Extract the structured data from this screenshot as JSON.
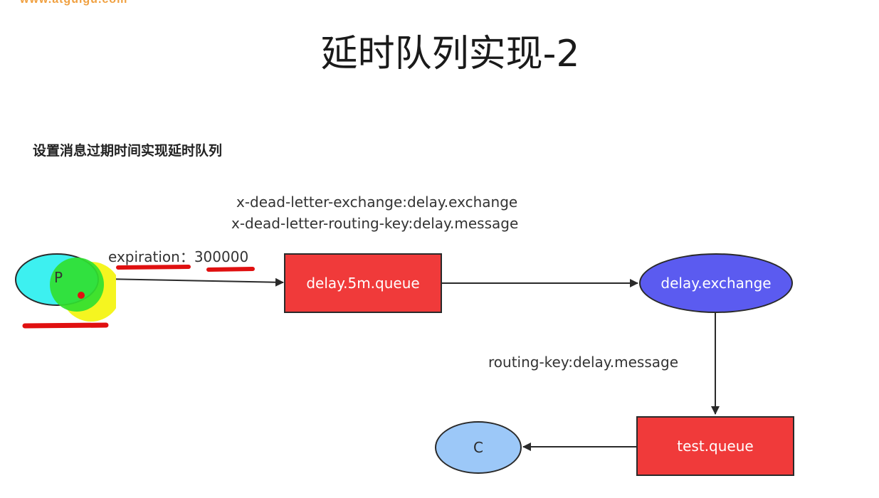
{
  "watermark": "www.atguigu.com",
  "title": "延时队列实现-2",
  "subtitle": "设置消息过期时间实现延时队列",
  "labels": {
    "dlx_exchange": "x-dead-letter-exchange:delay.exchange",
    "dlx_routing_key": "x-dead-letter-routing-key:delay.message",
    "expiration": "expiration：300000",
    "routing_key": "routing-key:delay.message"
  },
  "nodes": {
    "producer": "P",
    "delay_queue": "delay.5m.queue",
    "delay_exchange": "delay.exchange",
    "test_queue": "test.queue",
    "consumer": "C"
  },
  "colors": {
    "queue_fill": "#f03a3a",
    "exchange_fill": "#5b5bf0",
    "consumer_fill": "#9cc8f8",
    "producer_fill": "#3df0f0",
    "annotation_red": "#e01010",
    "annotation_green": "#30e030",
    "annotation_yellow": "#f5f520"
  }
}
